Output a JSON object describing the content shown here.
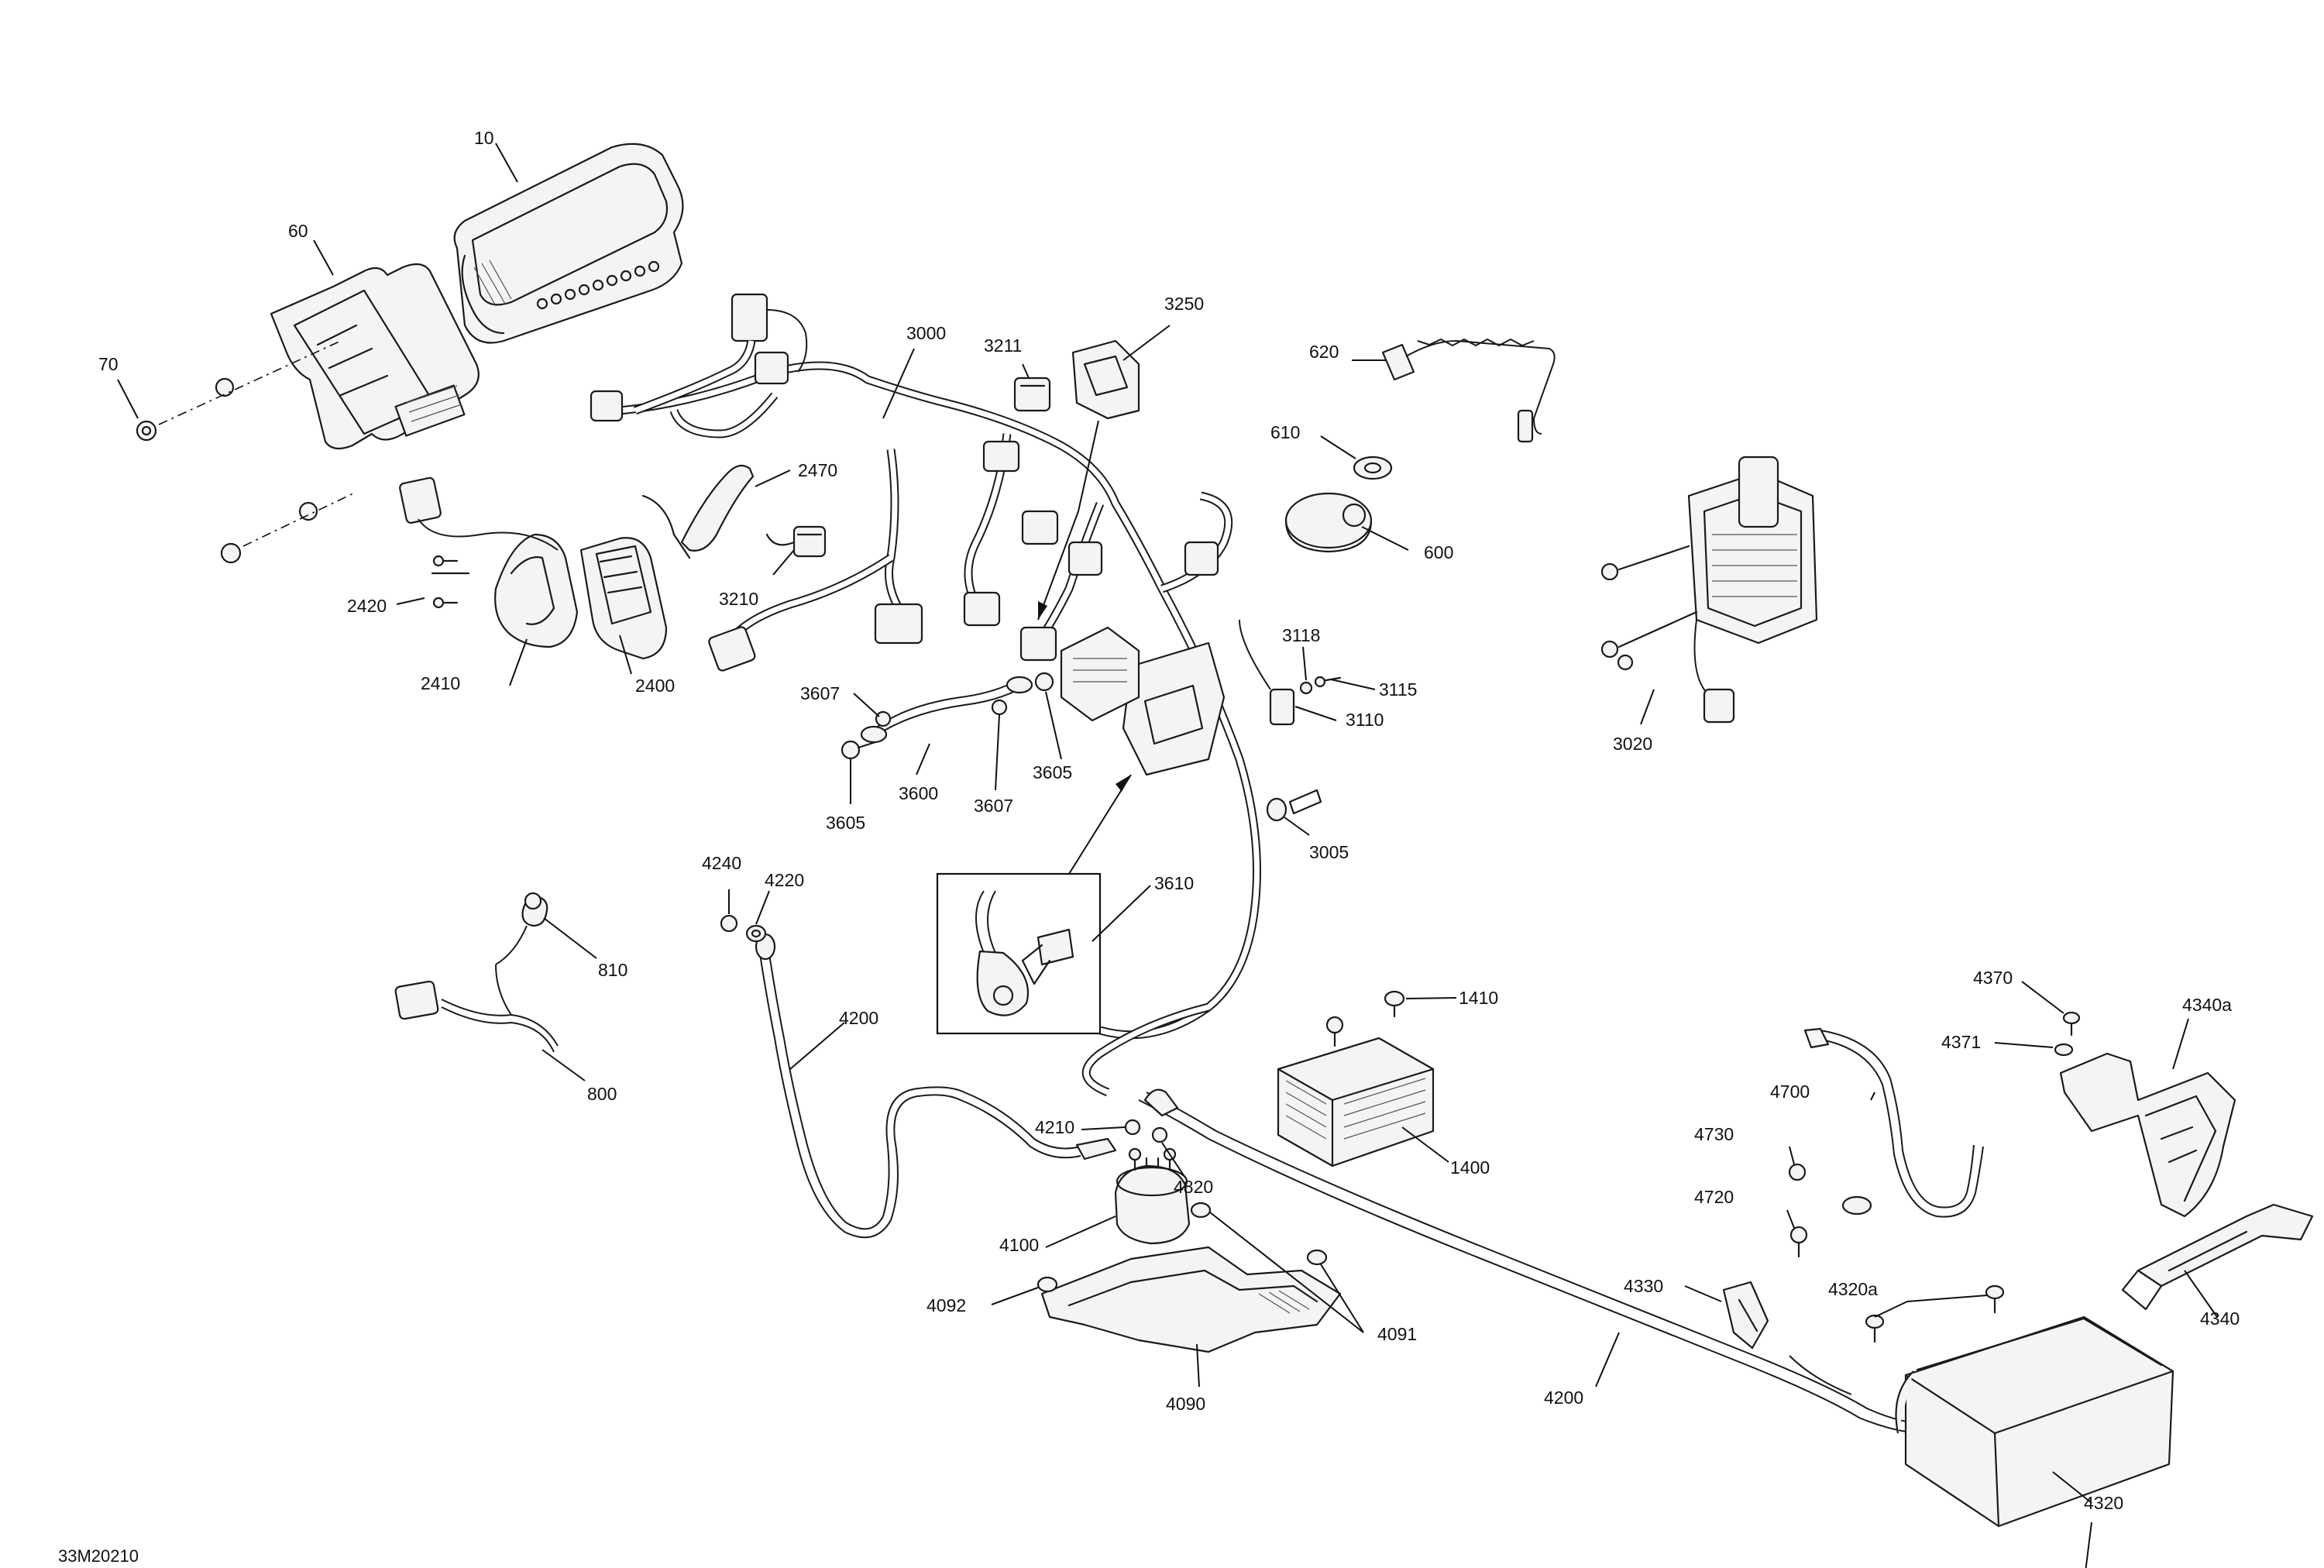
{
  "diagram": {
    "reference_code": "33M20210",
    "callouts": [
      "10",
      "60",
      "70",
      "2400",
      "2410",
      "2420",
      "2470",
      "3000",
      "3211",
      "3250",
      "3210",
      "620",
      "610",
      "600",
      "3020",
      "3118",
      "3115",
      "3110",
      "3607",
      "3605",
      "3600",
      "3005",
      "3610",
      "4240",
      "4220",
      "810",
      "800",
      "4200",
      "1410",
      "1400",
      "4210",
      "4820",
      "4100",
      "4092",
      "4091",
      "4090",
      "4370",
      "4340a",
      "4371",
      "4700",
      "4730",
      "4720",
      "4320a",
      "4330",
      "4340",
      "4320"
    ],
    "repeated_callouts": {
      "3607_second": "3607",
      "3605_second": "3605",
      "4200_second": "4200"
    }
  }
}
